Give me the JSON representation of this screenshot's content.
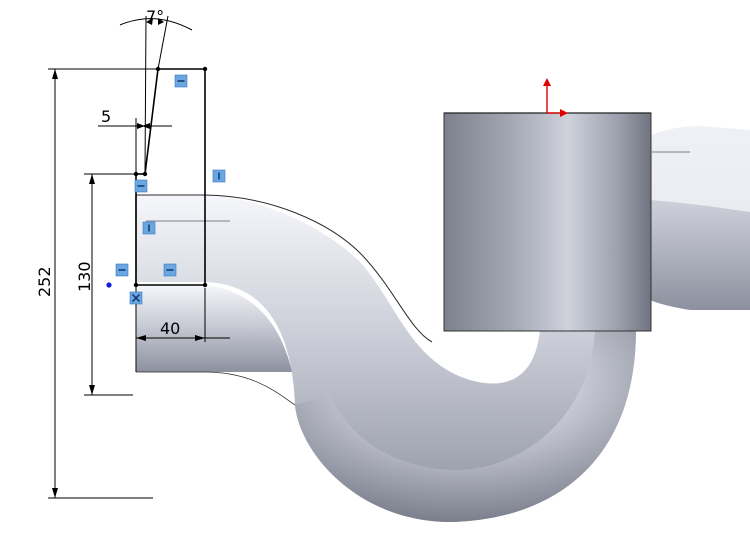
{
  "dimensions": {
    "angle": "7°",
    "offset": "5",
    "height_inner": "130",
    "height_total": "252",
    "width": "40"
  },
  "colors": {
    "pipe_dark": "#8e93a0",
    "pipe_mid": "#b4b7c4",
    "pipe_light": "#f3f4f8",
    "sketch_line": "#000000",
    "relation_glyph": "#6aa6e0",
    "axis_red": "#e00000",
    "point_blue": "#1a1ad6"
  },
  "icons": [
    "horizontal-relation-icon",
    "vertical-relation-icon",
    "fix-relation-icon",
    "triad-arrow-icon"
  ]
}
